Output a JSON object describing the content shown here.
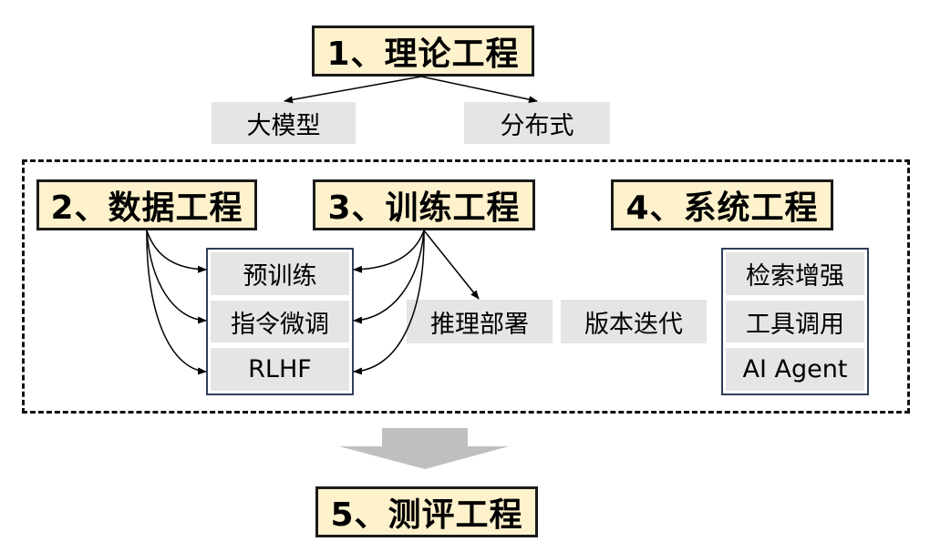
{
  "theory": {
    "title": "1、理论工程",
    "items": [
      "大模型",
      "分布式"
    ]
  },
  "data_eng": {
    "title": "2、数据工程"
  },
  "training": {
    "title": "3、训练工程",
    "stages": [
      "预训练",
      "指令微调",
      "RLHF"
    ],
    "deploy": "推理部署"
  },
  "version": {
    "label": "版本迭代"
  },
  "system": {
    "title": "4、系统工程",
    "items": [
      "检索增强",
      "工具调用",
      "AI Agent"
    ]
  },
  "evaluation": {
    "title": "5、测评工程"
  },
  "colors": {
    "title_fill": "#fef2cc",
    "gray_fill": "#e5e5e5",
    "arrow_gray": "#bfbfbf",
    "stack_border": "#2e3f5a"
  }
}
